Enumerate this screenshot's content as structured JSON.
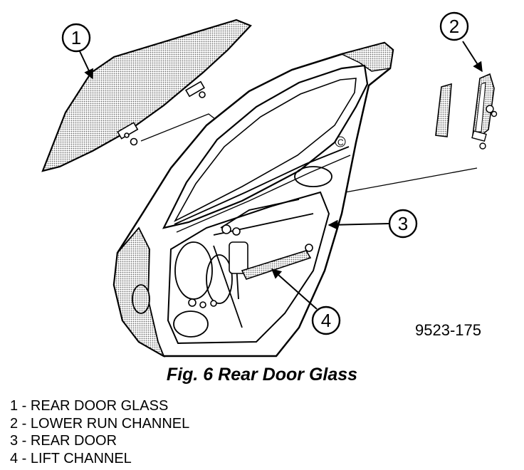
{
  "figure": {
    "part_number": "9523-175",
    "caption": "Fig. 6 Rear Door Glass",
    "callouts": [
      "1",
      "2",
      "3",
      "4"
    ],
    "dot_color": "#7d7d7d",
    "line_color": "#000000"
  },
  "legend": [
    {
      "num": "1",
      "sep": " - ",
      "label": "REAR DOOR GLASS"
    },
    {
      "num": "2",
      "sep": " - ",
      "label": "LOWER RUN CHANNEL"
    },
    {
      "num": "3",
      "sep": " - ",
      "label": "REAR DOOR"
    },
    {
      "num": "4",
      "sep": " - ",
      "label": "LIFT CHANNEL"
    }
  ]
}
